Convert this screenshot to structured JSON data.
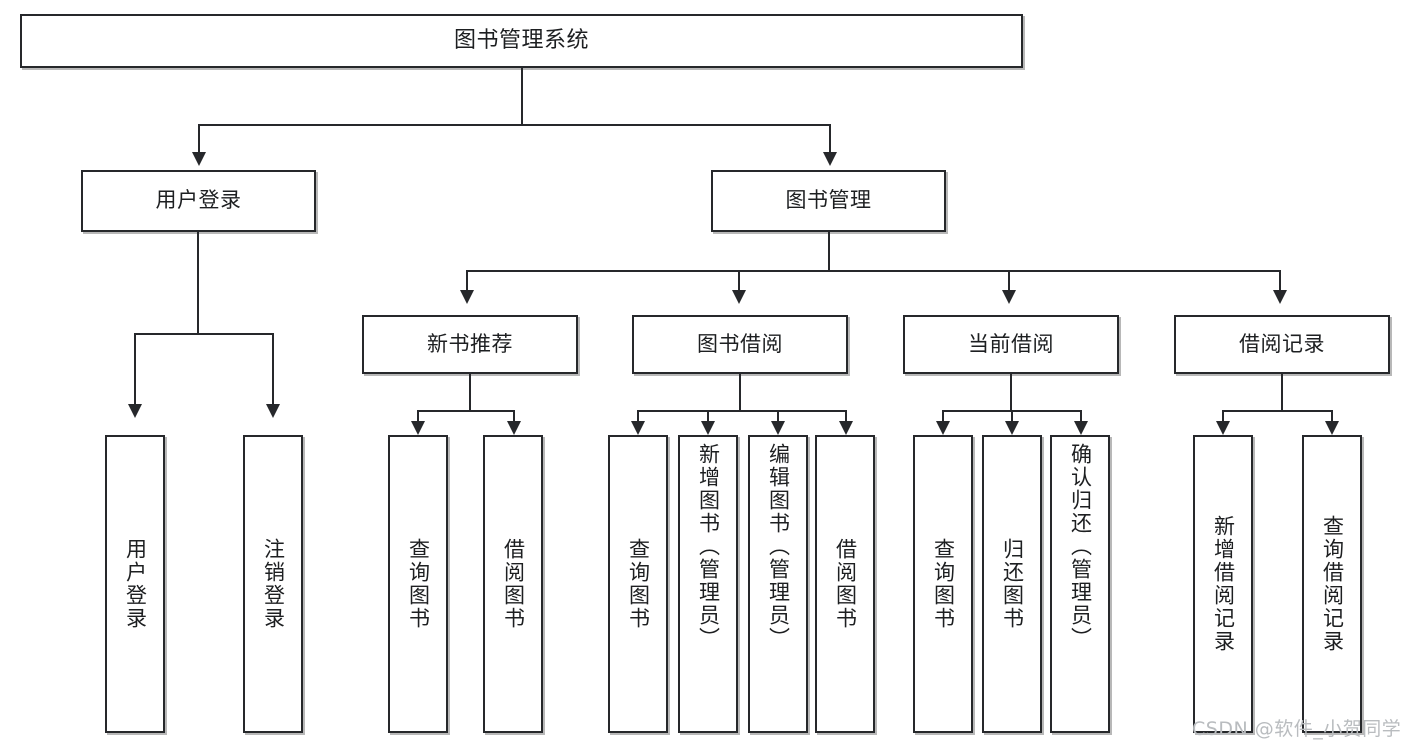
{
  "diagram": {
    "type": "tree-hierarchy-chart",
    "title": "图书管理系统",
    "line_color": "#26282b",
    "box_fill": "#ffffff",
    "text_color": "#1d1f21",
    "watermark": "CSDN @软件_小贺同学"
  },
  "nodes": {
    "root": {
      "label": "图书管理系统"
    },
    "level2": [
      {
        "label": "用户登录"
      },
      {
        "label": "图书管理"
      }
    ],
    "level3": [
      {
        "label": "新书推荐"
      },
      {
        "label": "图书借阅"
      },
      {
        "label": "当前借阅"
      },
      {
        "label": "借阅记录"
      }
    ],
    "leaves_user_login": [
      {
        "label": "用户登录"
      },
      {
        "label": "注销登录"
      }
    ],
    "leaves_new_book": [
      {
        "label": "查询图书"
      },
      {
        "label": "借阅图书"
      }
    ],
    "leaves_borrow": [
      {
        "label": "查询图书"
      },
      {
        "label": "新增图书（管理员）"
      },
      {
        "label": "编辑图书（管理员）"
      },
      {
        "label": "借阅图书"
      }
    ],
    "leaves_current": [
      {
        "label": "查询图书"
      },
      {
        "label": "归还图书"
      },
      {
        "label": "确认归还（管理员）"
      }
    ],
    "leaves_records": [
      {
        "label": "新增借阅记录"
      },
      {
        "label": "查询借阅记录"
      }
    ]
  }
}
